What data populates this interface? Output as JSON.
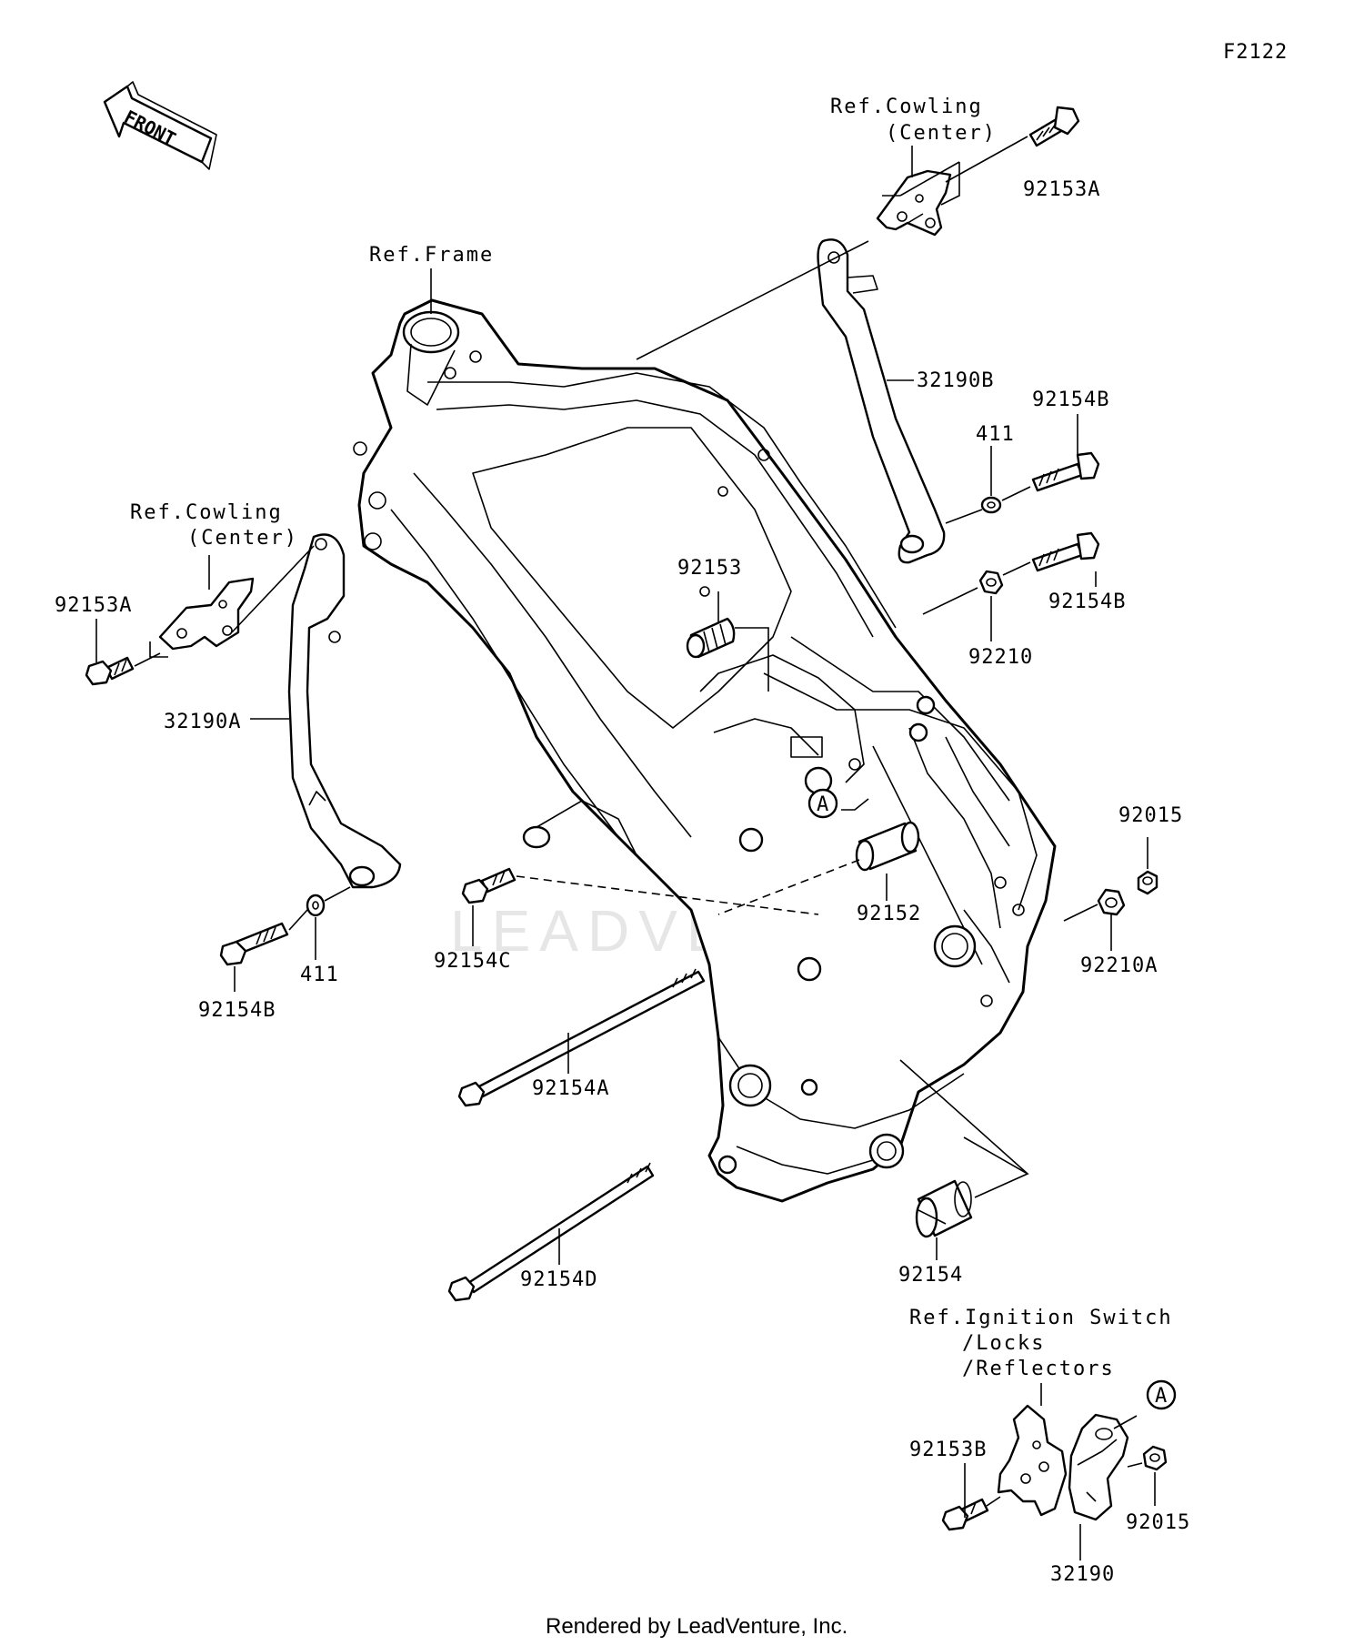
{
  "diagram_code": "F2122",
  "front_arrow": "FRONT",
  "refs": {
    "cowling_center_right": [
      "Ref.Cowling",
      "(Center)"
    ],
    "cowling_center_left": [
      "Ref.Cowling",
      "(Center)"
    ],
    "frame": "Ref.Frame",
    "ignition": [
      "Ref.Ignition Switch",
      "/Locks",
      "/Reflectors"
    ]
  },
  "parts": {
    "p92153A_top": "92153A",
    "p32190B": "32190B",
    "p411_right": "411",
    "p92154B_top": "92154B",
    "p92154B_mid": "92154B",
    "p92210": "92210",
    "p92153": "92153",
    "p92153A_left": "92153A",
    "p32190A": "32190A",
    "p92015_right": "92015",
    "p92152": "92152",
    "p92210A": "92210A",
    "p92154C": "92154C",
    "p411_left": "411",
    "p92154B_left": "92154B",
    "p92154A": "92154A",
    "p92154": "92154",
    "p92154D": "92154D",
    "p92153B": "92153B",
    "p92015_bottom": "92015",
    "p32190": "32190"
  },
  "marker_a": "A",
  "watermark": "LEADVENTURE",
  "footer": "Rendered by LeadVenture, Inc."
}
